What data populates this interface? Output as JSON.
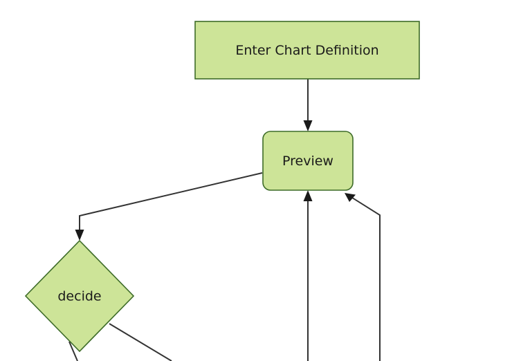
{
  "diagram": {
    "type": "flowchart",
    "direction": "top-down",
    "background_color": "#ffffff",
    "node_fill_color": "#cde498",
    "node_stroke_color": "#3d6b28",
    "edge_color": "#333333",
    "label_color": "#1a1a1a",
    "nodes": [
      {
        "id": "enter-chart-definition",
        "label": "Enter Chart Definition",
        "shape": "rectangle"
      },
      {
        "id": "preview",
        "label": "Preview",
        "shape": "rounded-rectangle"
      },
      {
        "id": "decide",
        "label": "decide",
        "shape": "diamond"
      }
    ],
    "edges": [
      {
        "from": "enter-chart-definition",
        "to": "preview",
        "label": ""
      },
      {
        "from": "preview",
        "to": "decide",
        "label": ""
      },
      {
        "from": "offscreen-lower-center",
        "to": "preview",
        "label": ""
      },
      {
        "from": "offscreen-lower-right",
        "to": "preview",
        "label": ""
      },
      {
        "from": "decide",
        "to": "offscreen-below-left",
        "label": ""
      },
      {
        "from": "decide",
        "to": "offscreen-below-right",
        "label": ""
      }
    ]
  }
}
